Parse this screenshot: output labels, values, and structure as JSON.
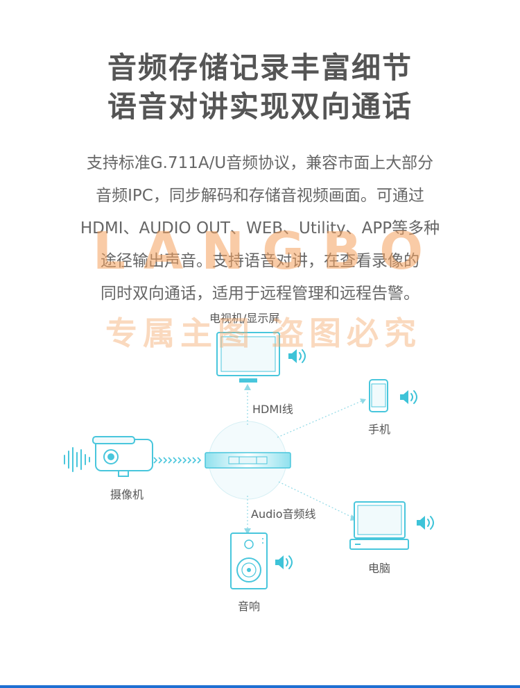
{
  "title": {
    "line1": "音频存储记录丰富细节",
    "line2": "语音对讲实现双向通话"
  },
  "description": {
    "line1": "支持标准G.711A/U音频协议，兼容市面上大部分",
    "line2": "音频IPC，同步解码和存储音视频画面。可通过",
    "line3": "HDMI、AUDIO OUT、WEB、Utility、APP等多种",
    "line4": "途径输出声音。支持语音对讲，在查看录像的",
    "line5": "同时双向通话，适用于远程管理和远程告警。"
  },
  "watermark": {
    "logo": "LANGBO",
    "text": "专属主图  盗图必究"
  },
  "diagram": {
    "tv_label": "电视机/显示屏",
    "hdmi_label": "HDMI线",
    "phone_label": "手机",
    "camera_label": "摄像机",
    "audio_line_label": "Audio音频线",
    "pc_label": "电脑",
    "speaker_label": "音响"
  },
  "colors": {
    "accent": "#3ec3d8",
    "line": "#8fd9e6",
    "device": "#48c6dc",
    "bottom_bar": "#1f6fd2"
  }
}
